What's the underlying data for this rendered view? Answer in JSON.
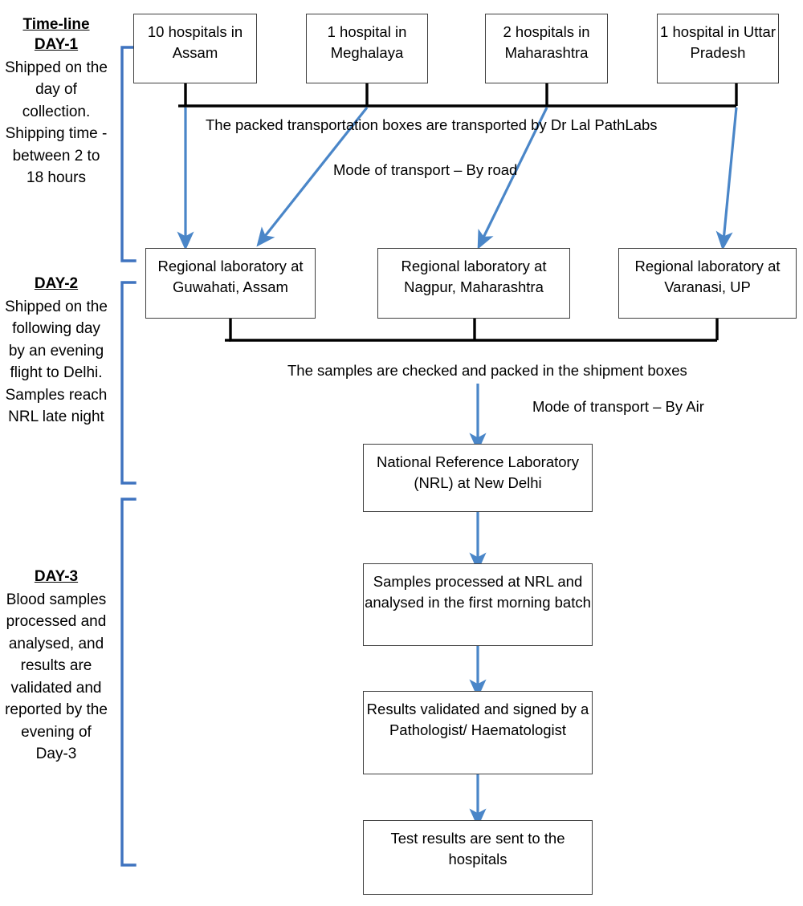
{
  "timeline": {
    "title": "Time-line",
    "color": "#3f73bf",
    "phases": [
      {
        "day": "DAY-1",
        "description": "Shipped on the day of collection. Shipping time - between 2 to 18 hours"
      },
      {
        "day": "DAY-2",
        "description": "Shipped on the following day by an evening flight to Delhi. Samples reach NRL late night"
      },
      {
        "day": "DAY-3",
        "description": "Blood samples processed and analysed, and results are validated and reported by the evening of Day-3"
      }
    ]
  },
  "hospitals": [
    {
      "label": "10 hospitals in Assam"
    },
    {
      "label": "1 hospital in Meghalaya"
    },
    {
      "label": "2 hospitals in Maharashtra"
    },
    {
      "label": "1 hospital in Uttar Pradesh"
    }
  ],
  "regional_labs": [
    {
      "label": "Regional laboratory at Guwahati, Assam"
    },
    {
      "label": "Regional laboratory at Nagpur, Maharashtra"
    },
    {
      "label": "Regional laboratory at Varanasi, UP"
    }
  ],
  "annotations": {
    "transport_courier": "The packed transportation boxes are transported by Dr Lal PathLabs",
    "mode_road": "Mode of transport – By road",
    "samples_packed": "The samples are checked and packed in the shipment boxes",
    "mode_air": "Mode of transport – By Air"
  },
  "pipeline": [
    {
      "label": "National Reference Laboratory (NRL) at New Delhi"
    },
    {
      "label": "Samples processed at NRL and analysed in the first morning batch"
    },
    {
      "label": "Results validated and signed by a Pathologist/ Haematologist"
    },
    {
      "label": "Test results are sent to the hospitals"
    }
  ],
  "colors": {
    "arrow_blue": "#4a86c8",
    "bracket_blue": "#3f73bf",
    "connector_black": "#000000",
    "box_border": "#3f3f3f",
    "text": "#000000"
  }
}
